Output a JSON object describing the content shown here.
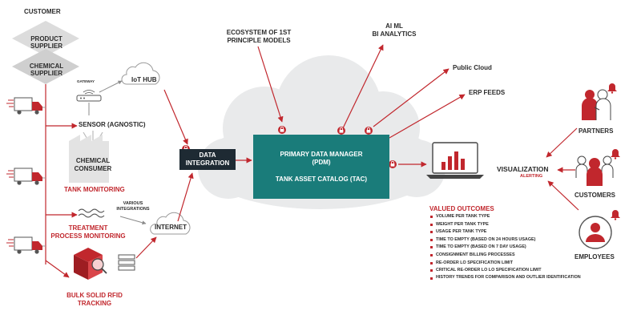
{
  "labels": {
    "customer": "CUSTOMER",
    "product_supplier": "PRODUCT\nSUPPLIER",
    "chemical_supplier": "CHEMICAL\nSUPPLIER",
    "gateway": "GATEWAY",
    "iot_hub": "IoT HUB",
    "sensor": "SENSOR (AGNOSTIC)",
    "chemical_consumer": "CHEMICAL\nCONSUMER",
    "tank_monitoring": "TANK MONITORING",
    "various_integrations": "VARIOUS\nINTEGRATIONS",
    "internet": "INTERNET",
    "treatment": "TREATMENT\nPROCESS MONITORING",
    "bulk_solid": "BULK SOLID RFID\nTRACKING",
    "data_integration": "DATA\nINTEGRATION",
    "ecosystem": "ECOSYSTEM OF 1ST\nPRINCIPLE MODELS",
    "ai_ml": "AI ML\nBI ANALYTICS",
    "public_cloud": "Public Cloud",
    "erp_feeds": "ERP FEEDS",
    "pdm": "PRIMARY DATA MANAGER\n(PDM)",
    "tac": "TANK ASSET CATALOG (TAC)",
    "visualization": "VISUALIZATION",
    "alerting": "ALERTING",
    "partners": "PARTNERS",
    "customers": "CUSTOMERS",
    "employees": "EMPLOYEES"
  },
  "valued_outcomes": {
    "title": "VALUED OUTCOMES",
    "items": [
      "VOLUME PER TANK TYPE",
      "WEIGHT PER TANK TYPE",
      "USAGE PER TANK TYPE",
      "TIME TO EMPTY (BASED ON 24 HOURS USAGE)",
      "TIME TO EMPTY (BASED ON 7 DAY USAGE)",
      "CONSIGNMENT BILLING PROCESSES",
      "RE-ORDER LO SPECIFICATION LIMIT",
      "CRITICAL RE-ORDER LO LO SPECIFICATION LIMIT",
      "HISTORY TRENDS FOR COMPARISON AND OUTLIER IDENTIFICATION"
    ]
  },
  "colors": {
    "accent_red": "#c1272d",
    "teal": "#1a7c7a",
    "dark": "#1e2a33",
    "cloud": "#e9eaeb",
    "text": "#2b2b2b",
    "line_gray": "#9a9a9a"
  },
  "icons": [
    "truck-icon",
    "gateway-icon",
    "cloud-icon",
    "factory-icon",
    "wave-icon",
    "cube-icon",
    "server-icon",
    "lock-icon",
    "laptop-chart-icon",
    "partners-icon",
    "customers-icon",
    "employee-icon",
    "bell-icon"
  ]
}
